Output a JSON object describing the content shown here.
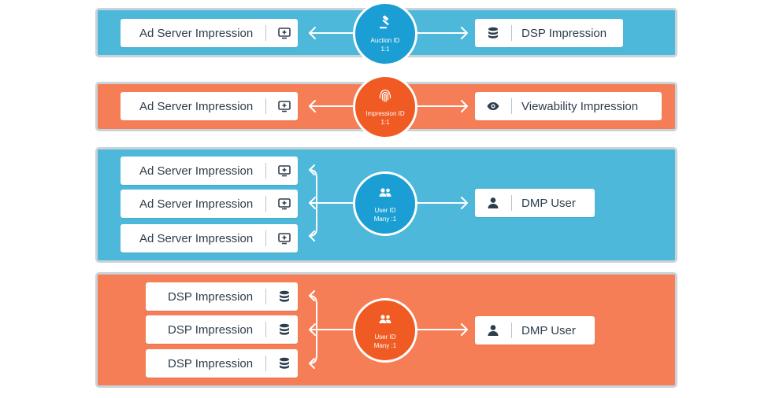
{
  "colors": {
    "blue": "#4db8da",
    "orange": "#f57e56",
    "blue_circle": "#1a9ed3",
    "orange_circle": "#f05a23"
  },
  "rows": [
    {
      "left": [
        "Ad Server Impression"
      ],
      "left_icon": "monitor-plus-icon",
      "key": {
        "label": "Auction ID",
        "relation": "1:1",
        "icon": "gavel-icon"
      },
      "right": {
        "label": "DSP Impression",
        "icon": "database-icon"
      }
    },
    {
      "left": [
        "Ad Server Impression"
      ],
      "left_icon": "monitor-plus-icon",
      "key": {
        "label": "Impression ID",
        "relation": "1:1",
        "icon": "fingerprint-icon"
      },
      "right": {
        "label": "Viewability Impression",
        "icon": "eye-icon"
      }
    },
    {
      "left": [
        "Ad Server Impression",
        "Ad Server Impression",
        "Ad Server Impression"
      ],
      "left_icon": "monitor-plus-icon",
      "key": {
        "label": "User ID",
        "relation": "Many :1",
        "icon": "users-icon"
      },
      "right": {
        "label": "DMP User",
        "icon": "user-icon"
      }
    },
    {
      "left": [
        "DSP Impression",
        "DSP Impression",
        "DSP Impression"
      ],
      "left_icon": "database-icon",
      "key": {
        "label": "User ID",
        "relation": "Many :1",
        "icon": "users-icon"
      },
      "right": {
        "label": "DMP User",
        "icon": "user-icon"
      }
    }
  ]
}
